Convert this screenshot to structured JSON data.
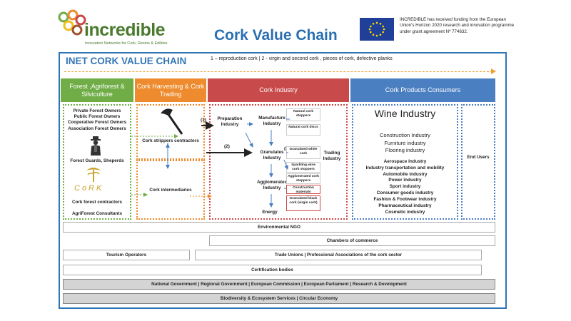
{
  "header": {
    "logo_text": "incredible",
    "logo_tagline": "Innovation Networks for Cork, Resins & Edibles",
    "title": "Cork Value Chain",
    "eu_funding_text": "INCREDIBLE has received funding from the European Union's Horizon 2020 research and innovation programme under grant agreement Nº 774632."
  },
  "chain": {
    "heading": "INET CORK VALUE CHAIN",
    "legend": "1 – reproduction cork | 2 - virgin and second cork , pieces of cork, defective planks",
    "stages": [
      "Forest ,Agriforest & Silviculture",
      "Cork Harvesting & Cork Trading",
      "Cork Industry",
      "Cork Products Consumers"
    ]
  },
  "forest": {
    "owners": "Private Forest Owners\nPublic Forest Owners\nCooperative Forest Owners\nAssociation Forest Owners",
    "guards": "Forest Guards, Sheperds",
    "cork_word": "CoRK",
    "contractors": "Cork forest contractors",
    "consultants": "AgriForest Consultants"
  },
  "harvest": {
    "strippers": "Cork strippers contractors",
    "intermediaries": "Cork intermediaries"
  },
  "industry": {
    "preparation": "Preparation Industry",
    "manufacture": "Manufacture Industry",
    "granulates": "Granulates Industry",
    "agglomerates": "Agglomerates Industry",
    "energy": "Energy",
    "trading": "Trading Industry",
    "label_1": "(1)",
    "label_2": "(2)",
    "label_3": "(3)",
    "products": [
      "Natural cork stoppers",
      "Natural cork discs",
      "Granulated white cork",
      "Sparkling wine cork stoppers",
      "Agglomerated cork stoppers",
      "Construction materials",
      "Granulated black cork (virgin cork)"
    ]
  },
  "consumers": {
    "wine": "Wine Industry",
    "main": [
      "Construction Industry",
      "Furniture industry",
      "Flooring industry"
    ],
    "others": [
      "Aerospace Industry",
      "Industry transportation and mobility",
      "Automobile industry",
      "Power industry",
      "Sport industry",
      "Consumer goods industry",
      "Fashion & Footwear industry",
      "Pharmaceutical industry",
      "Cosmetic industry"
    ],
    "end_users": "End Users"
  },
  "bars": {
    "ngo": "Environmental NGO",
    "chambers": "Chambers of commerce",
    "tourism": "Tourism Operators",
    "unions": "Trade Unions | Professional Associations of the cork sector",
    "certification": "Certification bodies",
    "government": "National Government | Regional Government | European Commission | European Parliament | Research & Development",
    "biodiversity": "Biodiversity & Ecosystem Services | Circular Economy"
  },
  "colors": {
    "green": "#70ad47",
    "orange": "#ed8b2e",
    "red": "#c84a4a",
    "blue": "#4a7fc1",
    "frame": "#2e75b6"
  },
  "icons": [
    "logo-circles-icon",
    "eu-flag-icon",
    "farmer-icon",
    "axe-icon",
    "cork-tree-icon"
  ]
}
